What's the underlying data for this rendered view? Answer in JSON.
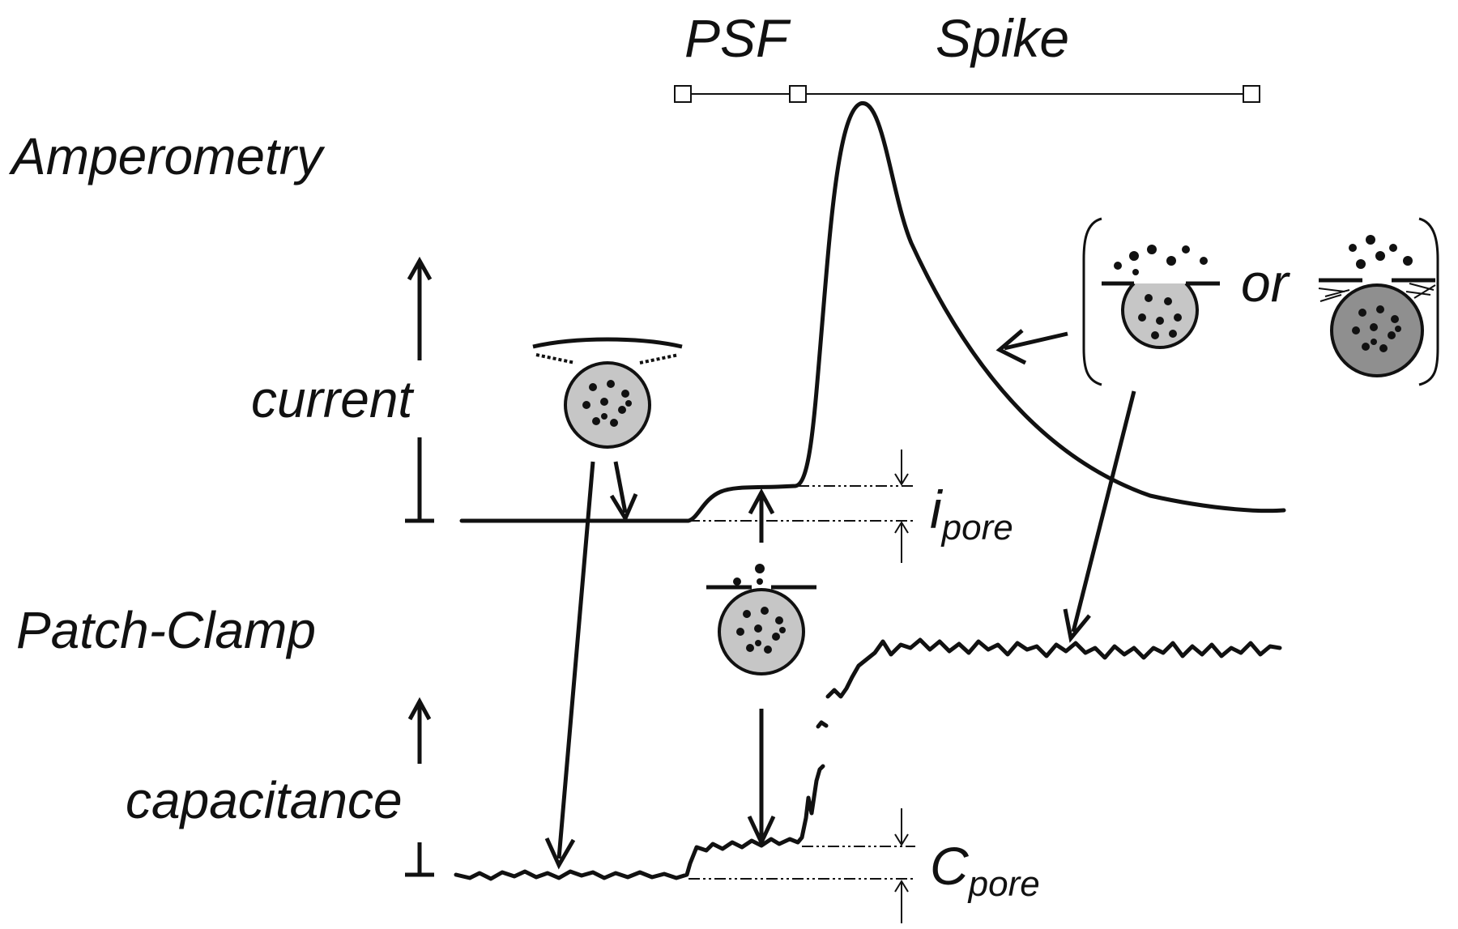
{
  "labels": {
    "psf": "PSF",
    "spike": "Spike",
    "amperometry": "Amperometry",
    "current": "current",
    "patch_clamp": "Patch-Clamp",
    "capacitance": "capacitance",
    "or": "or",
    "i_main": "i",
    "i_sub": "pore",
    "c_main": "C",
    "c_sub": "pore"
  }
}
